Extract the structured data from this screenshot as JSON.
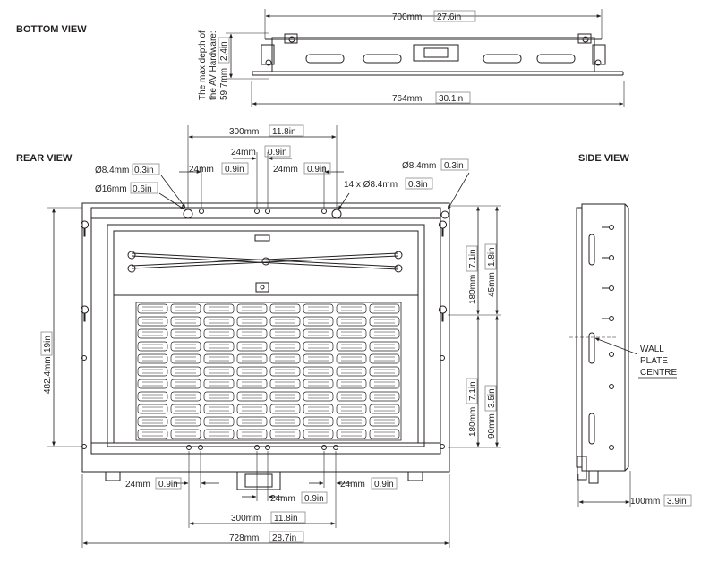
{
  "views": {
    "bottom": "BOTTOM VIEW",
    "rear": "REAR VIEW",
    "side": "SIDE VIEW"
  },
  "bottom_view": {
    "width_top": {
      "mm": "700mm",
      "in": "27.6in"
    },
    "width_bottom": {
      "mm": "764mm",
      "in": "30.1in"
    },
    "depth_note_line1": "The max depth of",
    "depth_note_line2": "the AV Hardware:",
    "depth_note_mm": "59.7mm",
    "depth_note_in": "2.4in"
  },
  "rear_view": {
    "top_300": {
      "mm": "300mm",
      "in": "11.8in"
    },
    "top_24_center": {
      "mm": "24mm",
      "in": "0.9in"
    },
    "top_24_left": {
      "mm": "24mm",
      "in": "0.9in"
    },
    "top_24_right": {
      "mm": "24mm",
      "in": "0.9in"
    },
    "hole_84_left": {
      "mm": "Ø8.4mm",
      "in": "0.3in"
    },
    "hole_84_right": {
      "mm": "Ø8.4mm",
      "in": "0.3in"
    },
    "hole_16": {
      "mm": "Ø16mm",
      "in": "0.6in"
    },
    "holes_14": {
      "mm": "14 x Ø8.4mm",
      "in": "0.3in"
    },
    "height_left": {
      "mm": "482.4mm",
      "in": "19in"
    },
    "right_180_top": {
      "mm": "180mm",
      "in": "7.1in"
    },
    "right_45": {
      "mm": "45mm",
      "in": "1.8in"
    },
    "right_180_bottom": {
      "mm": "180mm",
      "in": "7.1in"
    },
    "right_90": {
      "mm": "90mm",
      "in": "3.5in"
    },
    "bottom_24_left": {
      "mm": "24mm",
      "in": "0.9in"
    },
    "bottom_24_center": {
      "mm": "24mm",
      "in": "0.9in"
    },
    "bottom_24_right": {
      "mm": "24mm",
      "in": "0.9in"
    },
    "bottom_300": {
      "mm": "300mm",
      "in": "11.8in"
    },
    "width_728": {
      "mm": "728mm",
      "in": "28.7in"
    }
  },
  "side_view": {
    "wall_line1": "WALL",
    "wall_line2": "PLATE",
    "wall_line3": "CENTRE",
    "depth_100": {
      "mm": "100mm",
      "in": "3.9in"
    }
  }
}
